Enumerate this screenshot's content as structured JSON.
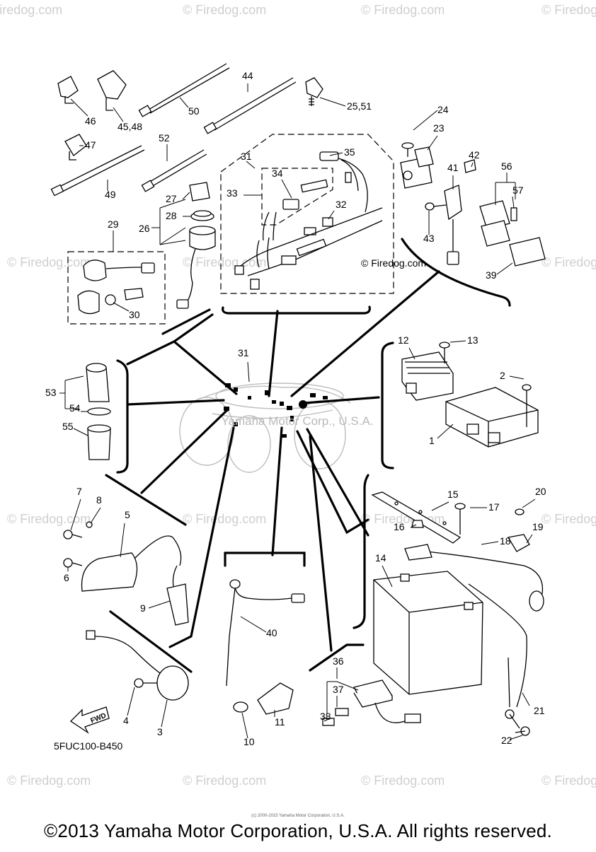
{
  "watermark": "© Firedog.com",
  "center_watermark": "Yamaha Motor Corp., U.S.A.",
  "diagram_code": "5FUC100-B450",
  "fwd_label": "FWD",
  "copyright_small": "(c) 2000-2015 Yamaha Motor Corporation, U.S.A.",
  "copyright": "©2013 Yamaha Motor Corporation, U.S.A. All rights reserved.",
  "callouts": [
    "1",
    "2",
    "3",
    "4",
    "5",
    "6",
    "7",
    "8",
    "9",
    "10",
    "11",
    "12",
    "13",
    "14",
    "15",
    "16",
    "17",
    "18",
    "19",
    "20",
    "21",
    "22",
    "23",
    "24",
    "25,51",
    "26",
    "27",
    "28",
    "29",
    "30",
    "31",
    "31",
    "32",
    "33",
    "34",
    "35",
    "36",
    "37",
    "38",
    "39",
    "40",
    "41",
    "42",
    "43",
    "44",
    "45,48",
    "46",
    "47",
    "49",
    "50",
    "52",
    "53",
    "54",
    "55",
    "56",
    "57"
  ]
}
